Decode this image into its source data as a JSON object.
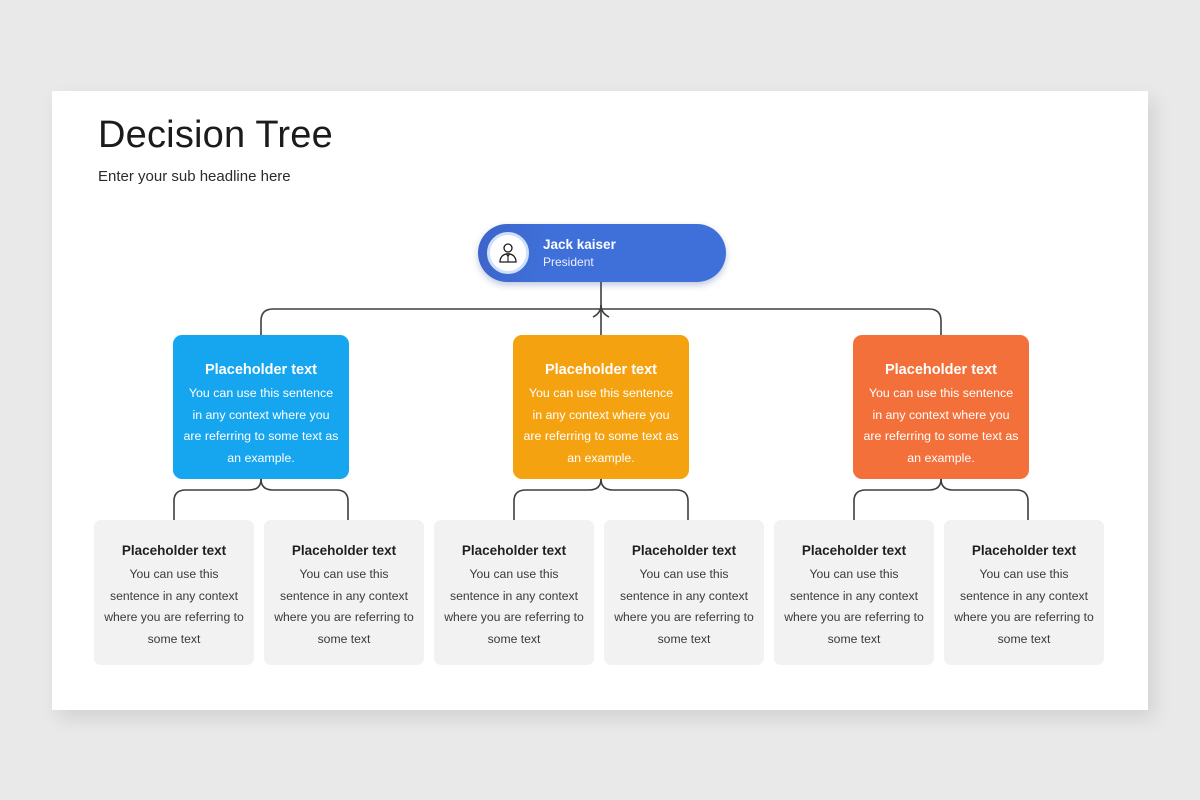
{
  "header": {
    "title": "Decision Tree",
    "subtitle": "Enter your sub headline here"
  },
  "colors": {
    "page_background": "#e9e9e9",
    "slide_background": "#ffffff",
    "root_blue": "#3f6fd8",
    "branch_blue": "#16a6f0",
    "branch_orange": "#f5a211",
    "branch_red": "#f4703a",
    "leaf_gray": "#f2f2f2",
    "connector": "#3f3f3f"
  },
  "root": {
    "name": "Jack kaiser",
    "role": "President",
    "avatar_icon": "person-avatar-icon"
  },
  "branches": [
    {
      "title": "Placeholder text",
      "body": "You can use this sentence in any context where you are referring to some text as an example.",
      "color": "#16a6f0"
    },
    {
      "title": "Placeholder text",
      "body": "You can use this sentence in any context where you are referring to some text as an example.",
      "color": "#f5a211"
    },
    {
      "title": "Placeholder text",
      "body": "You can use this sentence in any context where you are referring to some text as an example.",
      "color": "#f4703a"
    }
  ],
  "leaves": [
    {
      "title": "Placeholder text",
      "body": "You can use this sentence in any context where you are referring to some text"
    },
    {
      "title": "Placeholder text",
      "body": "You can use this sentence in any context where you are referring to some text"
    },
    {
      "title": "Placeholder text",
      "body": "You can use this sentence in any context where you are referring to some text"
    },
    {
      "title": "Placeholder text",
      "body": "You can use this sentence in any context where you are referring to some text"
    },
    {
      "title": "Placeholder text",
      "body": "You can use this sentence in any context where you are referring to some text"
    },
    {
      "title": "Placeholder text",
      "body": "You can use this sentence in any context where you are referring to some text"
    }
  ]
}
